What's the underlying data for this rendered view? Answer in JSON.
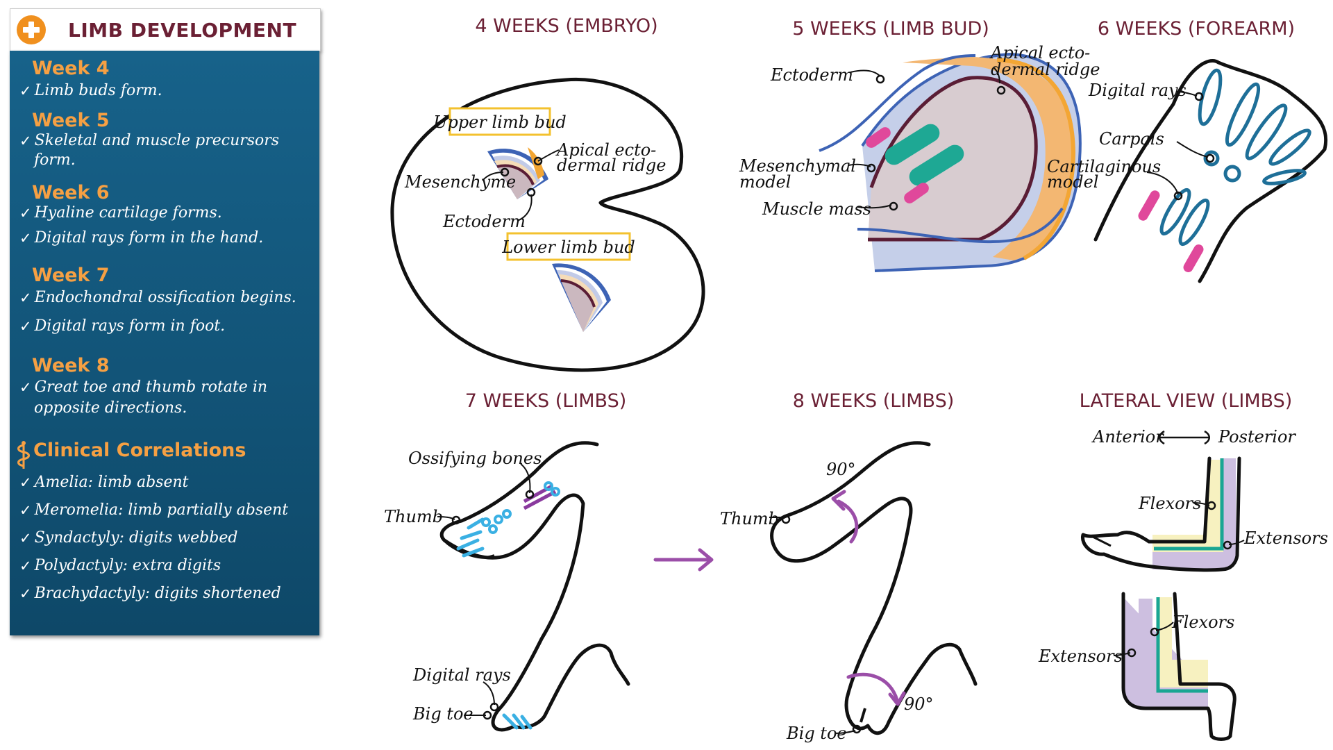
{
  "sidebar": {
    "title": "LIMB DEVELOPMENT",
    "check": "✓",
    "weeks": [
      {
        "week": "Week 4",
        "items": [
          "Limb buds form."
        ]
      },
      {
        "week": "Week 5",
        "items": [
          "Skeletal and muscle precursors",
          "form."
        ]
      },
      {
        "week": "Week 6",
        "items": [
          "Hyaline cartilage forms.",
          "Digital rays form in the hand."
        ]
      },
      {
        "week": "Week 7",
        "items": [
          "Endochondral ossification begins.",
          "Digital rays form in foot."
        ]
      },
      {
        "week": "Week 8",
        "items": [
          "Great toe and thumb rotate in",
          "opposite directions."
        ]
      }
    ],
    "clinical": {
      "title": "Clinical Correlations",
      "items": [
        "Amelia: limb absent",
        "Meromelia: limb partially absent",
        "Syndactyly: digits webbed",
        "Polydactyly: extra digits",
        "Brachydactyly: digits shortened"
      ]
    }
  },
  "panels": {
    "w4": {
      "title": "4 WEEKS (EMBRYO)",
      "upper": "Upper limb bud",
      "lower": "Lower limb bud",
      "aer1": "Apical ecto-",
      "aer2": "dermal ridge",
      "mesenchyme": "Mesenchyme",
      "ectoderm": "Ectoderm"
    },
    "w5": {
      "title": "5 WEEKS (LIMB BUD)",
      "ectoderm": "Ectoderm",
      "aer1": "Apical ecto-",
      "aer2": "dermal ridge",
      "mes1": "Mesenchymal",
      "mes2": "model",
      "muscle": "Muscle mass"
    },
    "w6": {
      "title": "6 WEEKS (FOREARM)",
      "rays": "Digital rays",
      "carpals": "Carpals",
      "cart1": "Cartilaginous",
      "cart2": "model"
    },
    "w7": {
      "title": "7 WEEKS (LIMBS)",
      "ossifying": "Ossifying bones",
      "thumb": "Thumb",
      "rays": "Digital rays",
      "bigtoe": "Big toe"
    },
    "w8": {
      "title": "8 WEEKS (LIMBS)",
      "deg1": "90°",
      "deg2": "90°",
      "thumb": "Thumb",
      "bigtoe": "Big toe"
    },
    "lat": {
      "title": "LATERAL VIEW (LIMBS)",
      "anterior": "Anterior",
      "posterior": "Posterior",
      "flexors1": "Flexors",
      "extensors1": "Extensors",
      "flexors2": "Flexors",
      "extensors2": "Extensors"
    }
  },
  "colors": {
    "accent": "#f0901e",
    "title": "#6b2034",
    "panel": "#17628a",
    "ectoderm": "#3d63b5",
    "ridge": "#f3a634",
    "mesenchyme": "#d9ccd0",
    "muscle": "#e0489b",
    "cartilage": "#1e6f98",
    "bone": "#3ab0e3",
    "rotation": "#9b4ea8",
    "flexor": "#f7f1c0",
    "extensor": "#cdbfe0",
    "nerve": "#19a693"
  }
}
